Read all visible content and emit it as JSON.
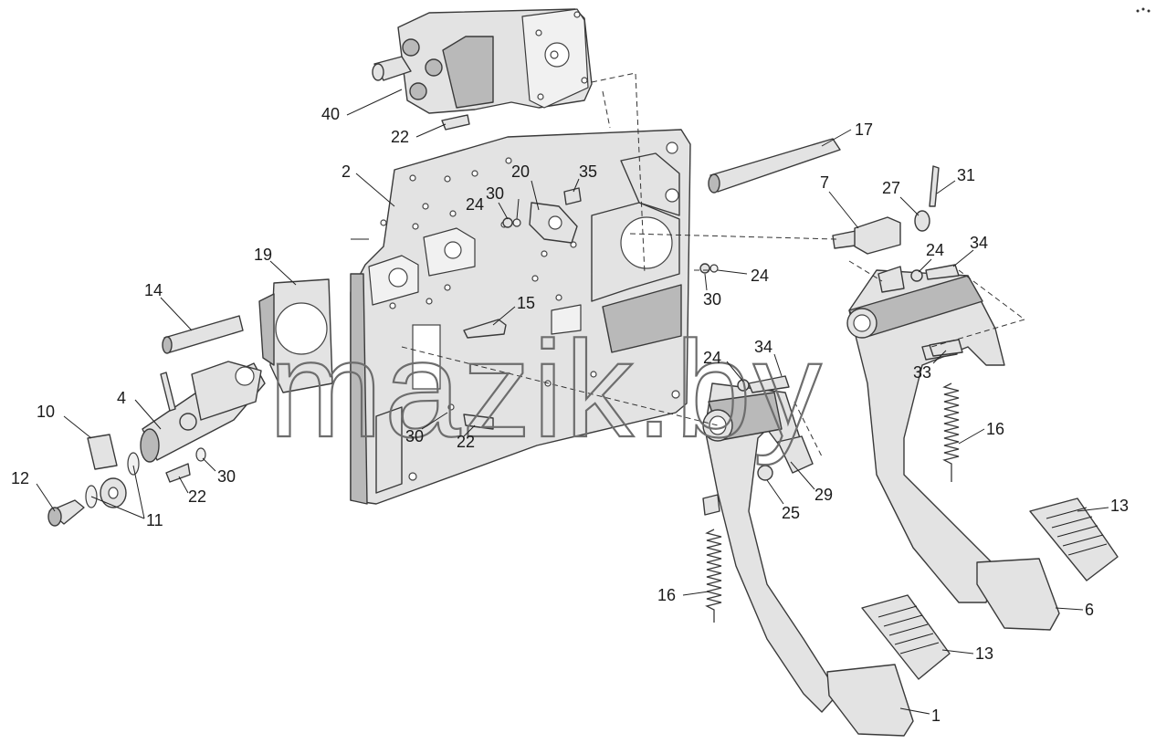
{
  "diagram": {
    "watermark": "mazik.by",
    "colors": {
      "part_fill": "#e3e3e3",
      "part_dark": "#b9b9b9",
      "outline": "#3a3a3a",
      "background": "#ffffff"
    },
    "callouts": [
      {
        "id": "c40",
        "label": "40",
        "part": "brake-valve-block"
      },
      {
        "id": "c22a",
        "label": "22",
        "part": "bolt-upper"
      },
      {
        "id": "c17",
        "label": "17",
        "part": "pedal-shaft"
      },
      {
        "id": "c2",
        "label": "2",
        "part": "mounting-plate"
      },
      {
        "id": "c20",
        "label": "20",
        "part": "bracket"
      },
      {
        "id": "c35",
        "label": "35",
        "part": "bolt"
      },
      {
        "id": "c30a",
        "label": "30",
        "part": "washer-upper"
      },
      {
        "id": "c24a",
        "label": "24",
        "part": "nut-upper"
      },
      {
        "id": "c7",
        "label": "7",
        "part": "rod-end"
      },
      {
        "id": "c27",
        "label": "27",
        "part": "washer"
      },
      {
        "id": "c31",
        "label": "31",
        "part": "cotter-pin"
      },
      {
        "id": "c24b",
        "label": "24",
        "part": "nut-right"
      },
      {
        "id": "c34a",
        "label": "34",
        "part": "bolt-right"
      },
      {
        "id": "c24c",
        "label": "24",
        "part": "nut-mid"
      },
      {
        "id": "c30b",
        "label": "30",
        "part": "washer-mid"
      },
      {
        "id": "c19",
        "label": "19",
        "part": "flange"
      },
      {
        "id": "c14",
        "label": "14",
        "part": "pin"
      },
      {
        "id": "c15",
        "label": "15",
        "part": "stud"
      },
      {
        "id": "c24d",
        "label": "24",
        "part": "nut-lower"
      },
      {
        "id": "c34b",
        "label": "34",
        "part": "bolt-lower"
      },
      {
        "id": "c33",
        "label": "33",
        "part": "bolt-pedal"
      },
      {
        "id": "c4",
        "label": "4",
        "part": "master-cylinder"
      },
      {
        "id": "c10",
        "label": "10",
        "part": "banjo-fitting"
      },
      {
        "id": "c16a",
        "label": "16",
        "part": "spring-right"
      },
      {
        "id": "c30c",
        "label": "30",
        "part": "washer-plate"
      },
      {
        "id": "c22b",
        "label": "22",
        "part": "bolt-plate"
      },
      {
        "id": "c12",
        "label": "12",
        "part": "banjo-bolt"
      },
      {
        "id": "c11",
        "label": "11",
        "part": "seal-rings"
      },
      {
        "id": "c22c",
        "label": "22",
        "part": "bolt-cylinder"
      },
      {
        "id": "c30d",
        "label": "30",
        "part": "washer-cylinder"
      },
      {
        "id": "c29",
        "label": "29",
        "part": "link"
      },
      {
        "id": "c25",
        "label": "25",
        "part": "nut"
      },
      {
        "id": "c13a",
        "label": "13",
        "part": "pad-right"
      },
      {
        "id": "c16b",
        "label": "16",
        "part": "spring-left"
      },
      {
        "id": "c6",
        "label": "6",
        "part": "brake-pedal"
      },
      {
        "id": "c13b",
        "label": "13",
        "part": "pad-left"
      },
      {
        "id": "c1",
        "label": "1",
        "part": "clutch-pedal"
      }
    ]
  }
}
